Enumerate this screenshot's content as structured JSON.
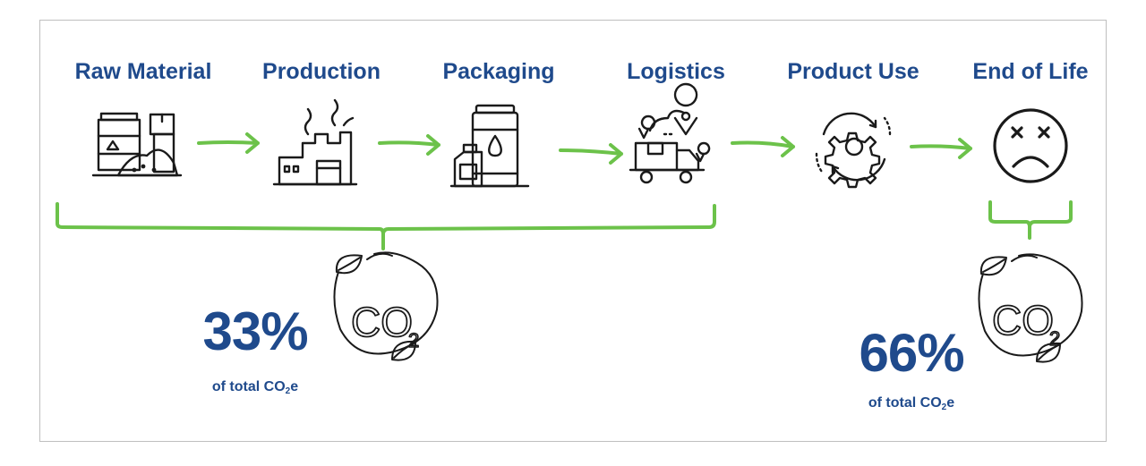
{
  "stages": [
    {
      "label": "Raw Material",
      "icon": "raw-material-icon"
    },
    {
      "label": "Production",
      "icon": "factory-icon"
    },
    {
      "label": "Packaging",
      "icon": "packaging-icon"
    },
    {
      "label": "Logistics",
      "icon": "logistics-icon"
    },
    {
      "label": "Product Use",
      "icon": "product-use-gear-icon"
    },
    {
      "label": "End of Life",
      "icon": "sad-face-icon"
    }
  ],
  "groups": [
    {
      "value": "33%",
      "caption_prefix": "of total CO",
      "caption_sub": "2",
      "caption_suffix": "e",
      "co2_icon_text": "CO",
      "co2_icon_sub": "2"
    },
    {
      "value": "66%",
      "caption_prefix": "of total CO",
      "caption_sub": "2",
      "caption_suffix": "e",
      "co2_icon_text": "CO",
      "co2_icon_sub": "2"
    }
  ],
  "colors": {
    "label": "#1f4a8c",
    "arrow": "#6cc24a",
    "icon": "#1a1a1a",
    "border": "#bfbfbf"
  }
}
